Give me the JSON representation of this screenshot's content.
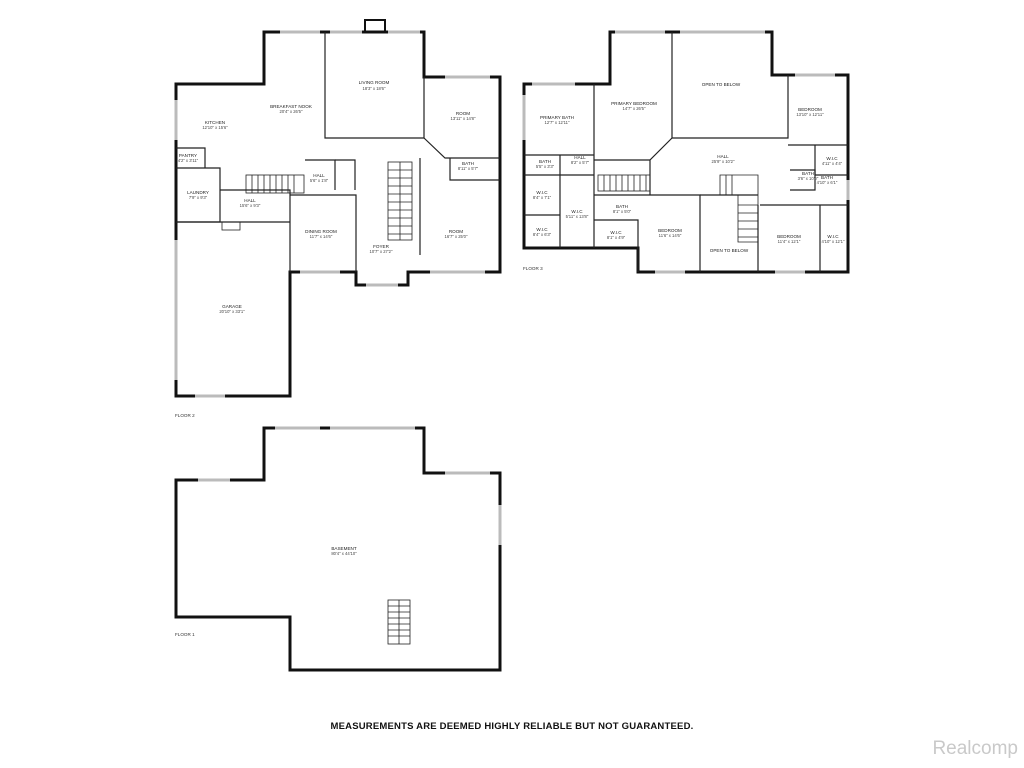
{
  "floors": {
    "floor2": {
      "label": "FLOOR 2",
      "rooms": [
        {
          "name": "LIVING ROOM",
          "dims": "18'3\" x 18'6\""
        },
        {
          "name": "KITCHEN",
          "dims": "12'10\" x 15'6\""
        },
        {
          "name": "BREAKFAST NOOK",
          "dims": "20'4\" x 26'5\""
        },
        {
          "name": "ROOM",
          "dims": "13'11\" x 14'8\""
        },
        {
          "name": "PANTRY",
          "dims": "4'2\" x 3'11\""
        },
        {
          "name": "BATH",
          "dims": "8'11\" x 5'7\""
        },
        {
          "name": "HALL",
          "dims": "5'6\" x 1'8\""
        },
        {
          "name": "LAUNDRY",
          "dims": "7'9\" x 9'3\""
        },
        {
          "name": "HALL",
          "dims": "15'6\" x 9'3\""
        },
        {
          "name": "DINING ROOM",
          "dims": "11'7\" x 14'6\""
        },
        {
          "name": "FOYER",
          "dims": "10'7\" x 27'2\""
        },
        {
          "name": "ROOM",
          "dims": "16'7\" x 25'0\""
        },
        {
          "name": "GARAGE",
          "dims": "20'10\" x 33'1\""
        }
      ]
    },
    "floor3": {
      "label": "FLOOR 3",
      "rooms": [
        {
          "name": "PRIMARY BEDROOM",
          "dims": "14'7\" x 26'5\""
        },
        {
          "name": "OPEN TO BELOW",
          "dims": ""
        },
        {
          "name": "BEDROOM",
          "dims": "13'10\" x 12'11\""
        },
        {
          "name": "PRIMARY BATH",
          "dims": "12'7\" x 12'11\""
        },
        {
          "name": "HALL",
          "dims": "25'9\" x 10'2\""
        },
        {
          "name": "BATH",
          "dims": "5'5\" x 3'3\""
        },
        {
          "name": "HALL",
          "dims": "8'2\" x 5'7\""
        },
        {
          "name": "W.I.C",
          "dims": "4'11\" x 4'4\""
        },
        {
          "name": "BATH",
          "dims": "3'6\" x 10'0\""
        },
        {
          "name": "BATH",
          "dims": "4'10\" x 6'1\""
        },
        {
          "name": "W.I.C",
          "dims": "8'4\" x 7'1\""
        },
        {
          "name": "W.I.C",
          "dims": "5'11\" x 13'8\""
        },
        {
          "name": "BATH",
          "dims": "8'1\" x 5'0\""
        },
        {
          "name": "W.I.C",
          "dims": "8'4\" x 6'3\""
        },
        {
          "name": "W.I.C",
          "dims": "8'1\" x 4'9\""
        },
        {
          "name": "BEDROOM",
          "dims": "11'6\" x 14'6\""
        },
        {
          "name": "OPEN TO BELOW",
          "dims": ""
        },
        {
          "name": "BEDROOM",
          "dims": "11'4\" x 12'1\""
        },
        {
          "name": "W.I.C",
          "dims": "4'10\" x 12'1\""
        }
      ]
    },
    "floor1": {
      "label": "FLOOR 1",
      "rooms": [
        {
          "name": "BASEMENT",
          "dims": "80'4\" x 44'10\""
        }
      ]
    }
  },
  "disclaimer": "MEASUREMENTS ARE DEEMED HIGHLY RELIABLE BUT NOT GUARANTEED.",
  "watermark": "Realcomp"
}
